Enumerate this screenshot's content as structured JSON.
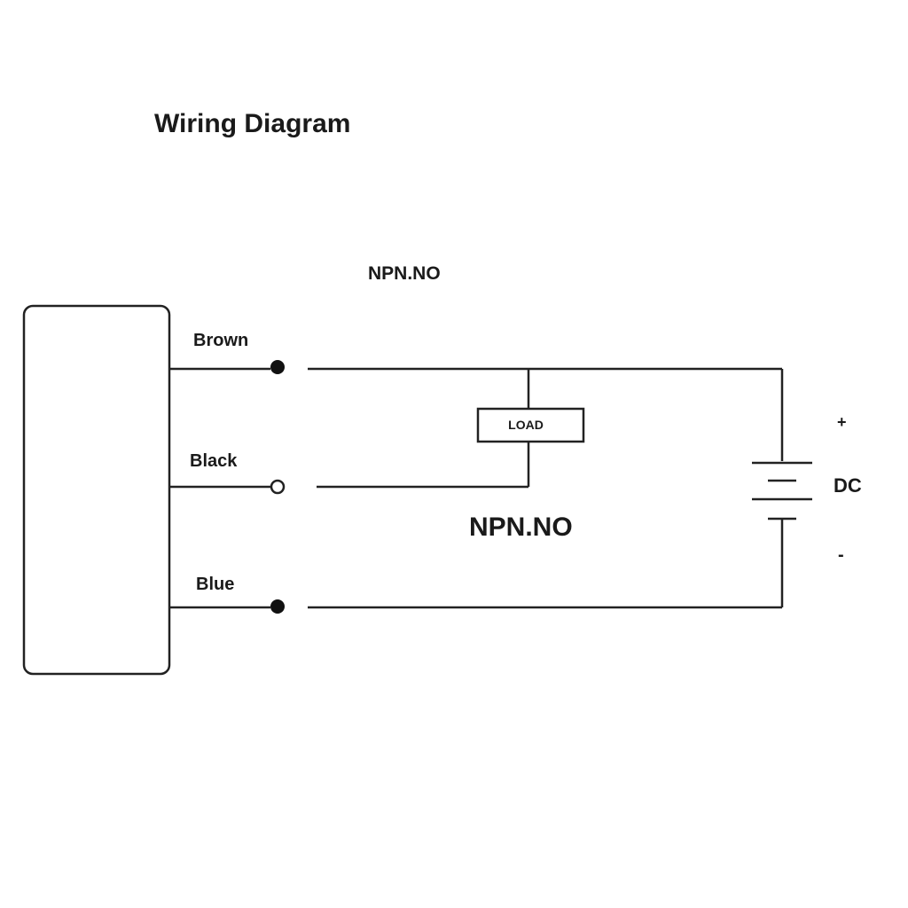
{
  "title": "Wiring Diagram",
  "subtitle": "NPN.NO",
  "center_label": "NPN.NO",
  "wires": {
    "brown": "Brown",
    "black": "Black",
    "blue": "Blue"
  },
  "load_label": "LOAD",
  "supply": {
    "label": "DC",
    "plus": "+",
    "minus": "-"
  }
}
